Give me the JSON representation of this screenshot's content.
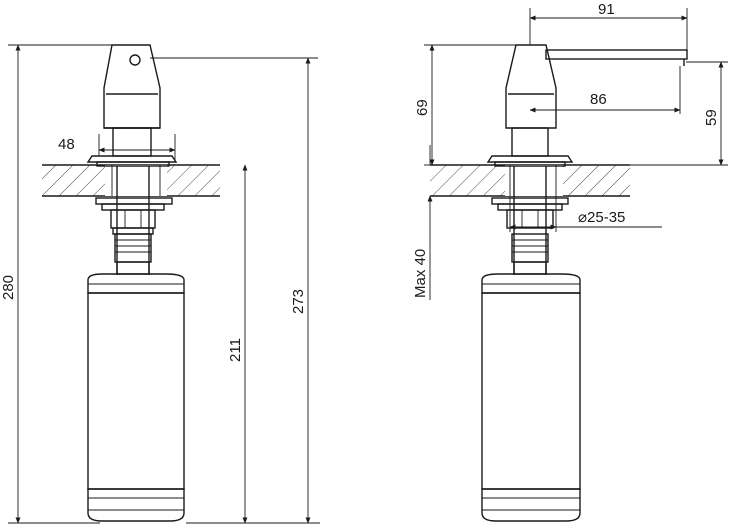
{
  "left_view": {
    "dim_flange_width": "48",
    "dim_total_height": "280",
    "dim_below_counter": "211",
    "dim_overall": "273"
  },
  "right_view": {
    "dim_spout_length": "91",
    "dim_spout_reach": "86",
    "dim_head_height": "69",
    "dim_spout_height": "59",
    "dim_hole_diameter": "⌀25-35",
    "dim_max_thickness": "Max 40"
  }
}
